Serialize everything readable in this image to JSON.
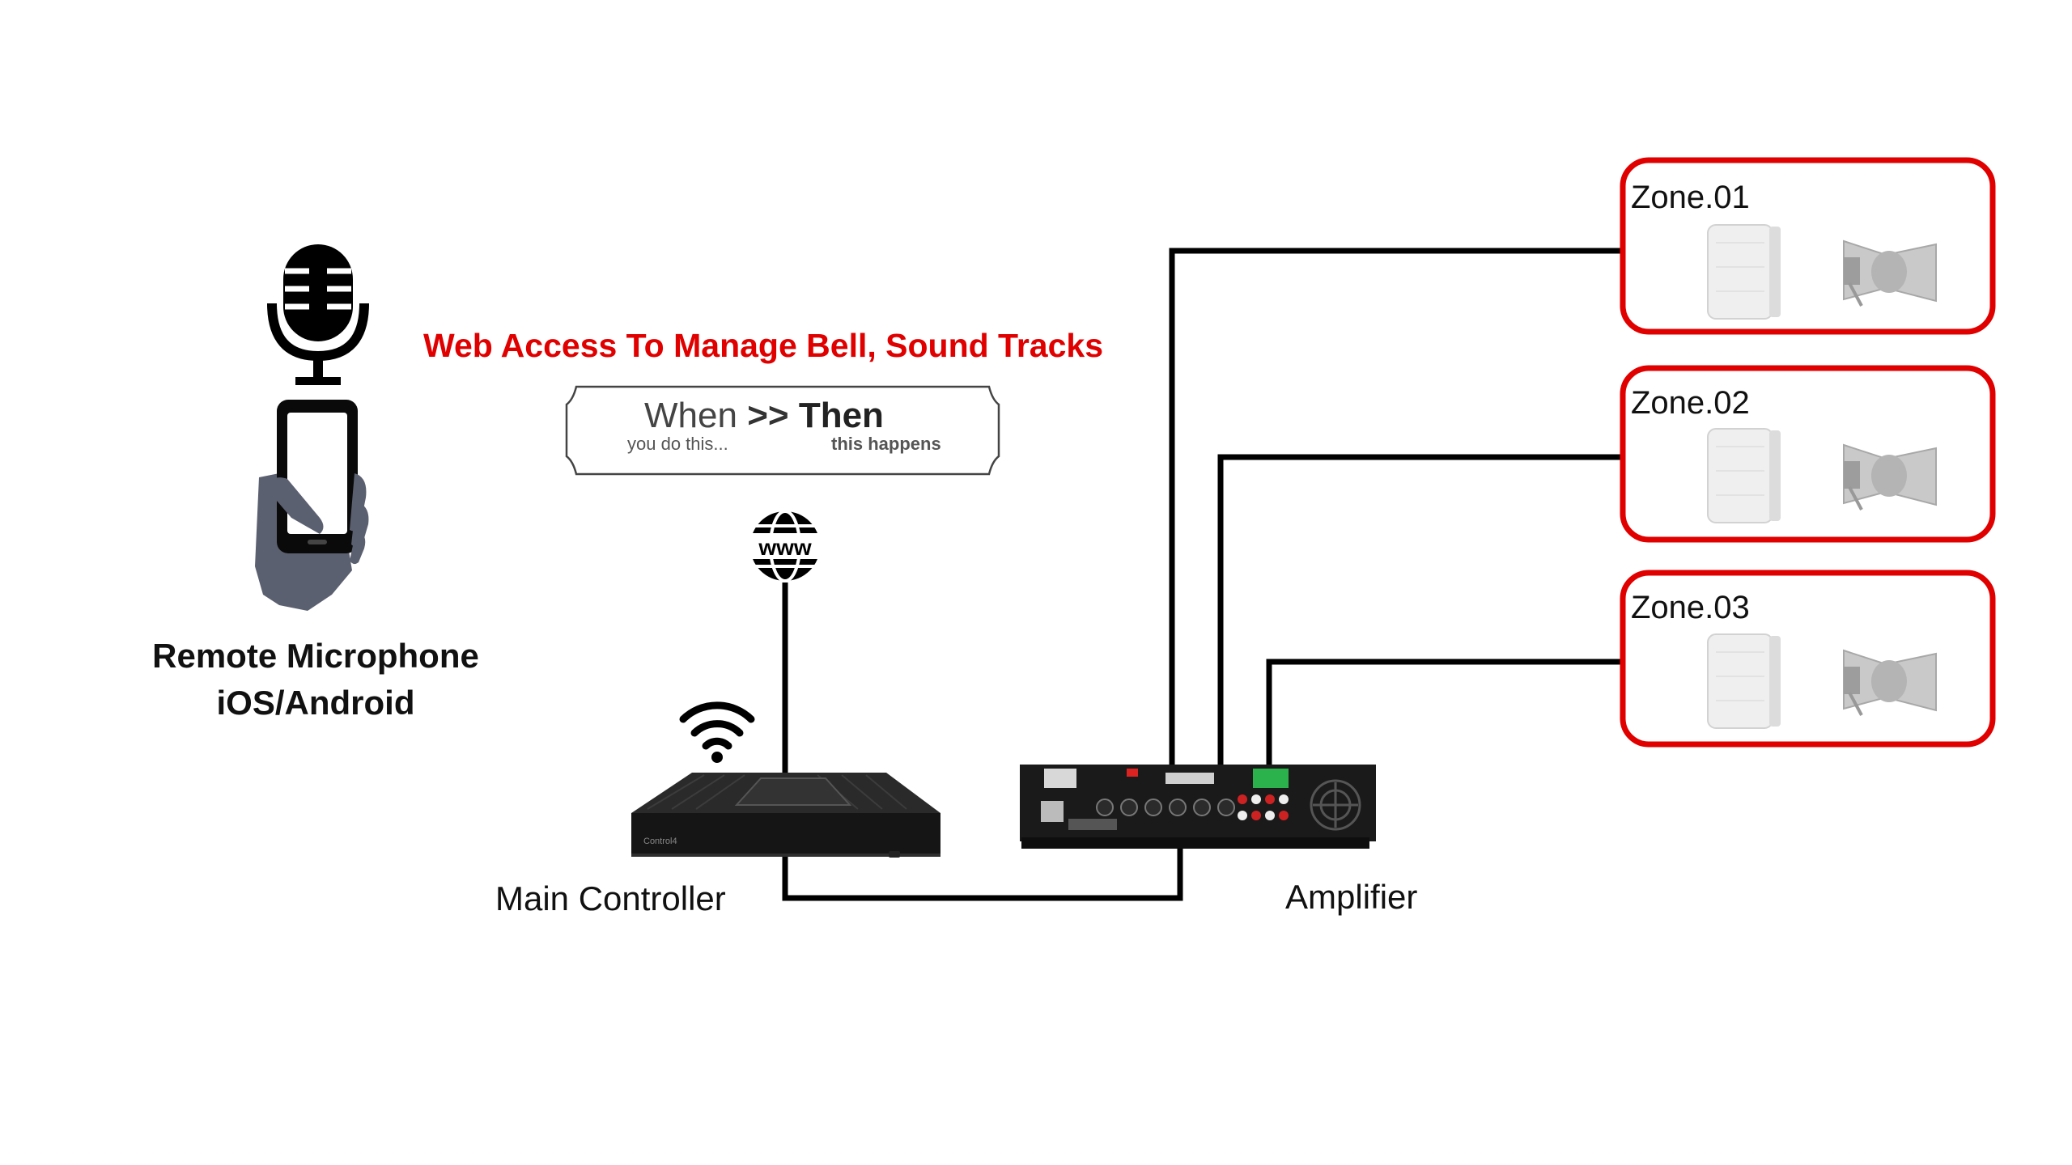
{
  "headline": "Web Access  To Manage Bell,  Sound Tracks",
  "badge": {
    "when": "When",
    "arrows": ">>",
    "then": "Then",
    "sub_left": "you do this...",
    "sub_right": "this happens"
  },
  "remote_mic": {
    "line1": "Remote Microphone",
    "line2": "iOS/Android"
  },
  "main_controller": {
    "label": "Main Controller",
    "brand": "Control4"
  },
  "amplifier": {
    "label": "Amplifier"
  },
  "www_label": "www",
  "zones": [
    {
      "label": "Zone.01"
    },
    {
      "label": "Zone.02"
    },
    {
      "label": "Zone.03"
    }
  ],
  "colors": {
    "headline": "#e00000",
    "zone_border": "#e00000",
    "wire": "#000000",
    "hand": "#5b6070",
    "device": "#1b1b1b"
  }
}
